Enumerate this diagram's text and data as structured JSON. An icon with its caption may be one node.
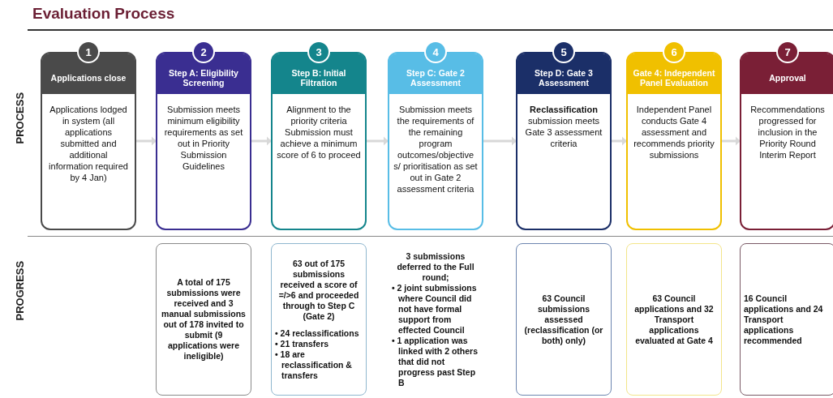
{
  "diagram": {
    "title": "Evaluation Process",
    "nodes": [
      {
        "text": [
          "1",
          "Applications close",
          "Applications lodged in system (all applications submitted and additional information required by 4 Jan)"
        ]
      },
      {
        "text": [
          "2",
          "Step A: Eligibility Screening",
          "Submission meets minimum eligibility requirements as set out in Priority Submission Guidelines"
        ]
      },
      {
        "text": [
          "3",
          "Step B: Initial Filtration",
          "Alignment to the priority criteria Submission must achieve a minimum score of 6 to proceed"
        ]
      },
      {
        "text": [
          "4",
          "Step C: Gate 2 Assessment",
          "Submission meets the requirements of the remaining program outcomes/objective s/ prioritisation as set out in Gate 2 assessment criteria"
        ]
      },
      {
        "text": [
          "5",
          "Step D: Gate 3 Assessment",
          "**Reclassification** submission meets Gate 3 assessment criteria"
        ]
      },
      {
        "text": [
          "6",
          "Gate 4: Independent Panel Evaluation",
          "Independent Panel conducts Gate 4 assessment and recommends priority submissions"
        ]
      },
      {
        "text": [
          "7",
          "Approval",
          "Recommendations progressed for inclusion in the Priority Round Interim Report"
        ]
      },
      {
        "text": [
          "A total of 175 submissions were received and 3 manual submissions out of 178 invited to submit (9 applications were ineligible)"
        ]
      },
      {
        "text": [
          "63 out of 175 submissions received a score of =/>6 and proceeded through to Step C (Gate 2)",
          "• 24 reclassifications",
          "• 21 transfers",
          "• 18 are reclassification & transfers"
        ]
      },
      {
        "text": [
          "3 submissions deferred to the Full round;",
          "• 2 joint submissions where Council did not have formal support from effected Council",
          "• 1 application was linked with 2 others that did not progress past Step B"
        ]
      },
      {
        "text": [
          "63 Council submissions assessed (reclassification (or both) only)"
        ]
      },
      {
        "text": [
          "63 Council applications and 32 Transport applications evaluated at Gate 4"
        ]
      },
      {
        "text": [
          "16 Council applications and 24 Transport applications recommended"
        ]
      }
    ],
    "edges": [
      {
        "from": 0,
        "to": 1,
        "arrow": "to"
      },
      {
        "from": 1,
        "to": 2,
        "arrow": "to"
      },
      {
        "from": 2,
        "to": 3,
        "arrow": "to"
      },
      {
        "from": 3,
        "to": 4,
        "arrow": "to"
      },
      {
        "from": 4,
        "to": 5,
        "arrow": "to"
      },
      {
        "from": 5,
        "to": 6,
        "arrow": "to"
      }
    ],
    "labels": [
      "PROCESS",
      "PROGRESS"
    ]
  }
}
